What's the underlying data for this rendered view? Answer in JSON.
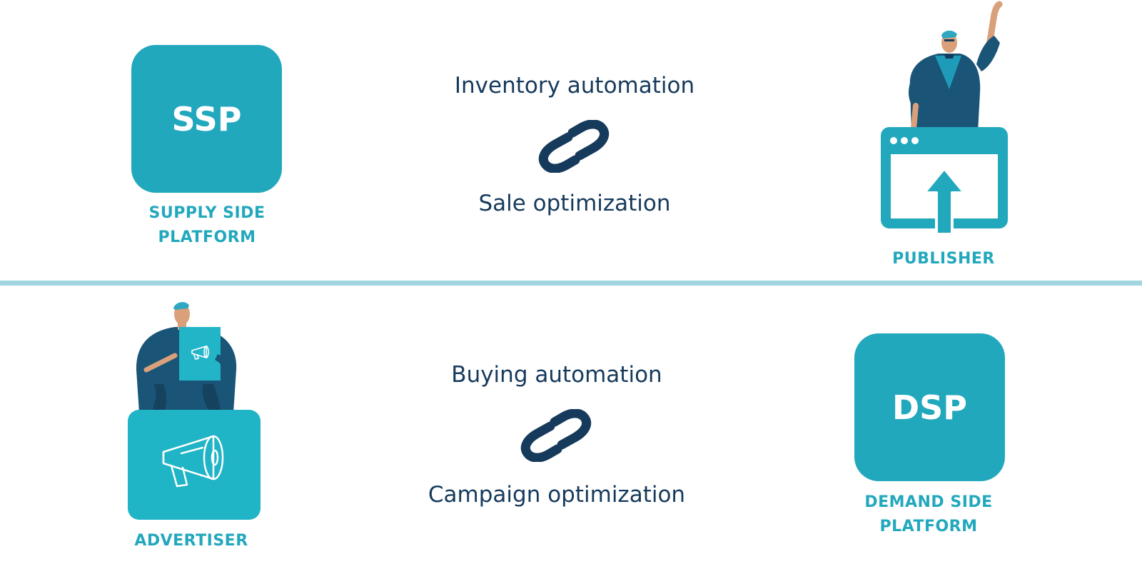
{
  "top": {
    "ssp_tile": {
      "abbr": "SSP"
    },
    "ssp_caption": [
      "SUPPLY SIDE",
      "PLATFORM"
    ],
    "flow_top_label": "Inventory automation",
    "flow_bottom_label": "Sale optimization",
    "publisher_caption": "PUBLISHER"
  },
  "bottom": {
    "advertiser_caption": "ADVERTISER",
    "flow_top_label": "Buying automation",
    "flow_bottom_label": "Campaign optimization",
    "dsp_tile": {
      "abbr": "DSP"
    },
    "dsp_caption": [
      "DEMAND SIDE",
      "PLATFORM"
    ]
  },
  "icons": {
    "link": "link-icon",
    "upload": "upload-window-icon",
    "megaphone": "megaphone-icon"
  },
  "colors": {
    "teal": "#22a8bd",
    "navy": "#163a5c",
    "divider": "#9fd6e0"
  }
}
